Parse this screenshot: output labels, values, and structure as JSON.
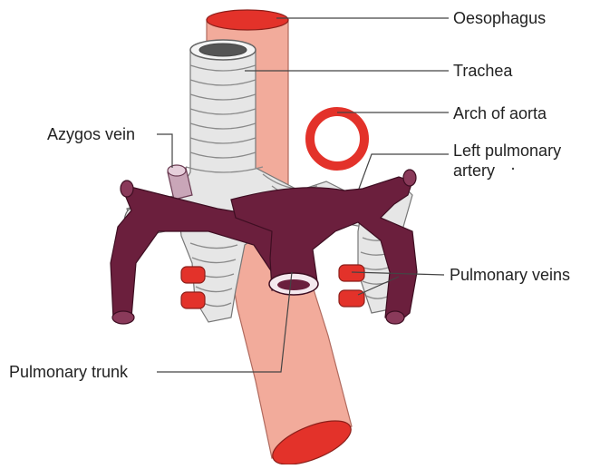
{
  "labels": {
    "oesophagus": "Oesophagus",
    "trachea": "Trachea",
    "arch_of_aorta": "Arch of aorta",
    "left_pulmonary_artery_line1": "Left pulmonary",
    "left_pulmonary_artery_line2": "artery",
    "azygos_vein": "Azygos vein",
    "pulmonary_veins": "Pulmonary veins",
    "pulmonary_trunk": "Pulmonary trunk"
  },
  "colors": {
    "oesophagus_fill": "#f2ab9b",
    "oesophagus_opening": "#e3322a",
    "aorta_ring": "#e3322a",
    "trachea_fill": "#e6e6e6",
    "trachea_ring_line": "#8a8a8a",
    "pulmonary_artery": "#6b1f3d",
    "pulmonary_artery_dark": "#4a1028",
    "pulmonary_vein": "#e3322a",
    "azygos": "#c9a6b8",
    "leader_line": "#444444"
  }
}
